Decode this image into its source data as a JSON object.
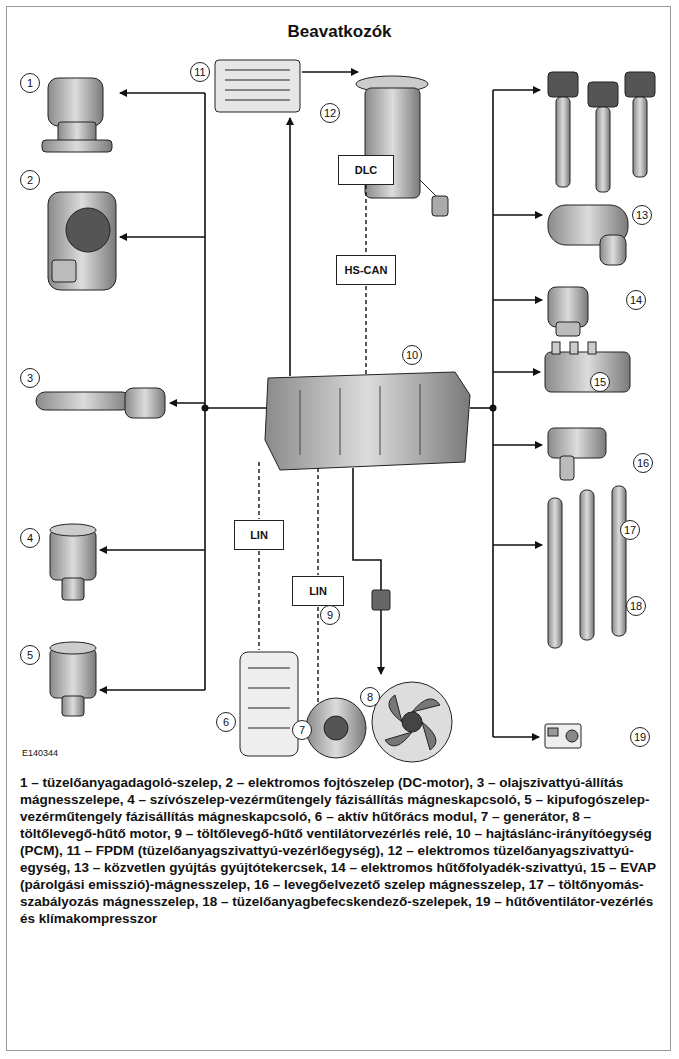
{
  "diagram": {
    "title": "Beavatkozók",
    "caption": "1 – tüzelőanyagadagoló-szelep, 2 – elektromos fojtószelep (DC-motor), 3 – olajszivattyú-állítás mágnesszelepe, 4 – szívószelep-vezérműtengely fázisállítás mágneskapcsoló, 5 – kipufogószelep-vezérműtengely fázisállítás mágneskapcsoló, 6 – aktív hűtőrács modul, 7 – generátor, 8 – töltőlevegő-hűtő motor, 9 – töltőlevegő-hűtő ventilátorvezérlés relé, 10 – hajtáslánc-irányítóegység (PCM), 11 – FPDM (tüzelőanyagszivattyú-vezérlőegység), 12 – elektromos tüzelőanyagszivattyú-egység, 13 – közvetlen gyújtás gyújtótekercsek, 14 – elektromos hűtőfolyadék-szivattyú, 15 – EVAP (párolgási emisszió)-mágnesszelep, 16 – levegőelvezető szelep mágnesszelep, 17 – töltőnyomás-szabályozás mágnesszelep, 18 – tüzelőanyagbefecskendező-szelepek, 19 – hűtőventilátor-vezérlés és klímakompresszor",
    "nodes": [
      {
        "text": [
          "DLC"
        ]
      },
      {
        "text": [
          "HS-CAN"
        ]
      },
      {
        "text": [
          "LIN"
        ]
      },
      {
        "text": [
          "LIN"
        ]
      }
    ],
    "edges": [
      {
        "from": 0,
        "to": 1,
        "arrow": "none"
      }
    ],
    "labels": [
      "1",
      "2",
      "3",
      "4",
      "5",
      "6",
      "7",
      "8",
      "9",
      "10",
      "11",
      "12",
      "13",
      "14",
      "15",
      "16",
      "17",
      "18",
      "19",
      "E140344"
    ]
  }
}
